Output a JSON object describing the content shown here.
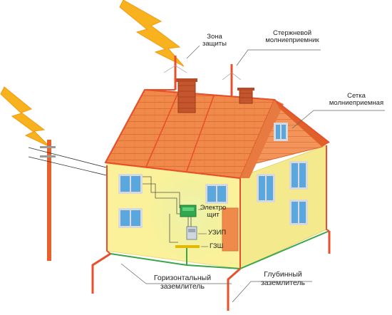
{
  "labels": {
    "protection_zone": [
      "Зона",
      "защиты"
    ],
    "rod_lightning_rod": [
      "Стержневой",
      "молниеприемник"
    ],
    "lightning_mesh": [
      "Сетка",
      "молниеприемная"
    ],
    "electrical_panel": [
      "Электро",
      "щит"
    ],
    "surge_protector": "УЗИП",
    "main_ground_bus": "ГЗШ",
    "horizontal_grounding": [
      "Горизонтальный",
      "заземлитель"
    ],
    "deep_grounding": [
      "Глубинный",
      "заземлитель"
    ]
  },
  "colors": {
    "lightning_bolt": "#f7b21e",
    "roof_tile": "#f08a4b",
    "roof_edge": "#e0602a",
    "facade": "#fbf19b",
    "facade_shade": "#f3e98b",
    "window_frame": "#d9d9d9",
    "window_glass": "#5aa7e0",
    "chimney": "#c4552c",
    "downconductor": "#e8502b",
    "grounding_wire": "#3aa64a",
    "pole": "#e8602b",
    "protection_glow": "#e9f0a0"
  },
  "icons": [
    "lightning-bolt-icon",
    "chimney-icon",
    "window-icon",
    "electrical-panel-icon",
    "meter-icon"
  ]
}
